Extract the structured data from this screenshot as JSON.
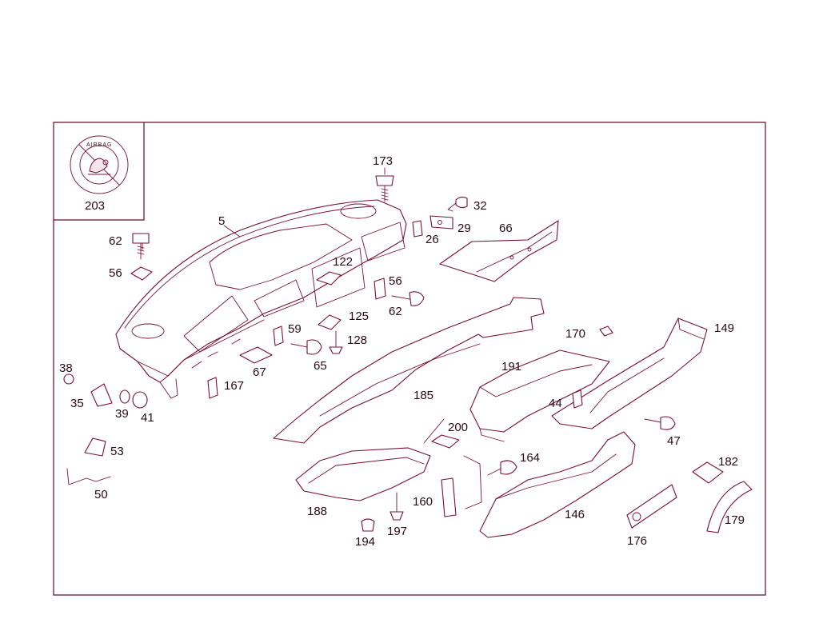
{
  "diagram": {
    "inset_label": "203",
    "airbag_text": "AIRBAG",
    "part_numbers": [
      {
        "id": "p5",
        "text": "5"
      },
      {
        "id": "p173",
        "text": "173"
      },
      {
        "id": "p32",
        "text": "32"
      },
      {
        "id": "p29",
        "text": "29"
      },
      {
        "id": "p26",
        "text": "26"
      },
      {
        "id": "p66",
        "text": "66"
      },
      {
        "id": "p62a",
        "text": "62"
      },
      {
        "id": "p56a",
        "text": "56"
      },
      {
        "id": "p122",
        "text": "122"
      },
      {
        "id": "p56b",
        "text": "56"
      },
      {
        "id": "p62b",
        "text": "62"
      },
      {
        "id": "p125",
        "text": "125"
      },
      {
        "id": "p59",
        "text": "59"
      },
      {
        "id": "p128",
        "text": "128"
      },
      {
        "id": "p170",
        "text": "170"
      },
      {
        "id": "p149",
        "text": "149"
      },
      {
        "id": "p65",
        "text": "65"
      },
      {
        "id": "p67",
        "text": "67"
      },
      {
        "id": "p38",
        "text": "38"
      },
      {
        "id": "p167",
        "text": "167"
      },
      {
        "id": "p191",
        "text": "191"
      },
      {
        "id": "p185",
        "text": "185"
      },
      {
        "id": "p35",
        "text": "35"
      },
      {
        "id": "p39",
        "text": "39"
      },
      {
        "id": "p41",
        "text": "41"
      },
      {
        "id": "p44",
        "text": "44"
      },
      {
        "id": "p200",
        "text": "200"
      },
      {
        "id": "p47",
        "text": "47"
      },
      {
        "id": "p53",
        "text": "53"
      },
      {
        "id": "p164",
        "text": "164"
      },
      {
        "id": "p182",
        "text": "182"
      },
      {
        "id": "p50",
        "text": "50"
      },
      {
        "id": "p160",
        "text": "160"
      },
      {
        "id": "p188",
        "text": "188"
      },
      {
        "id": "p146",
        "text": "146"
      },
      {
        "id": "p197",
        "text": "197"
      },
      {
        "id": "p179",
        "text": "179"
      },
      {
        "id": "p194",
        "text": "194"
      },
      {
        "id": "p176",
        "text": "176"
      }
    ]
  }
}
